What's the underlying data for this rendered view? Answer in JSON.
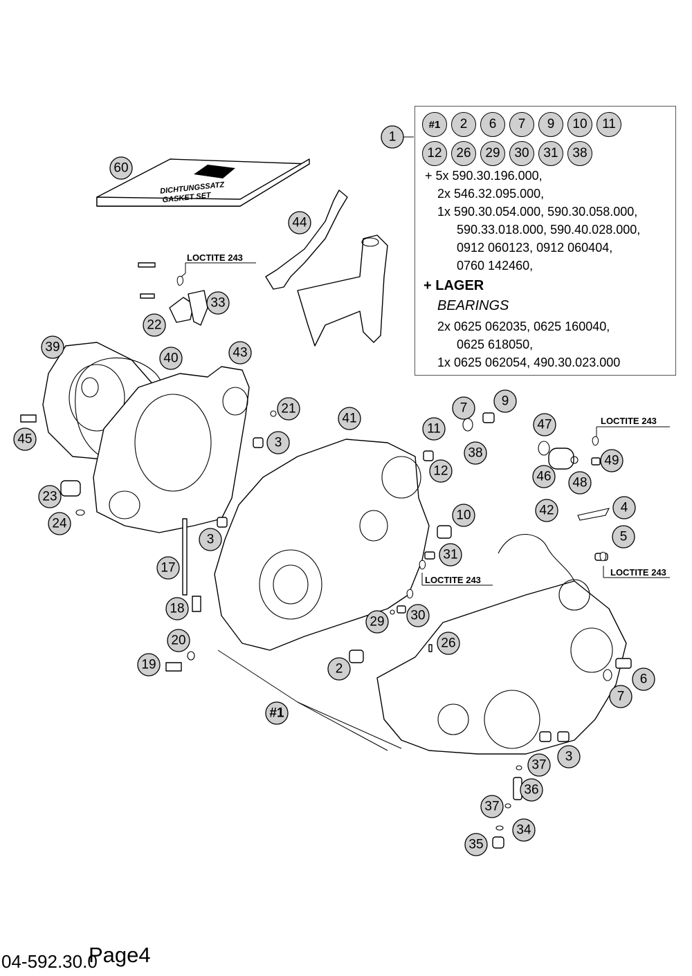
{
  "callouts": {
    "c1": "1",
    "c2": "2",
    "c3a": "3",
    "c3b": "3",
    "c3c": "3",
    "c4": "4",
    "c5": "5",
    "c6": "6",
    "c7a": "7",
    "c7b": "7",
    "c9": "9",
    "c10": "10",
    "c11": "11",
    "c12": "12",
    "c17": "17",
    "c18": "18",
    "c19": "19",
    "c20": "20",
    "c21": "21",
    "c22": "22",
    "c23": "23",
    "c24": "24",
    "c26": "26",
    "c29": "29",
    "c30": "30",
    "c31": "31",
    "c33": "33",
    "c34": "34",
    "c35": "35",
    "c36": "36",
    "c37a": "37",
    "c37b": "37",
    "c38": "38",
    "c39": "39",
    "c40": "40",
    "c41": "41",
    "c42": "42",
    "c43": "43",
    "c44": "44",
    "c45": "45",
    "c46": "46",
    "c47": "47",
    "c48": "48",
    "c49": "49",
    "c60": "60",
    "cH1": "#1"
  },
  "loctite": {
    "l1": "LOCTITE 243",
    "l2": "LOCTITE 243",
    "l3": "LOCTITE 243",
    "l4": "LOCTITE 243"
  },
  "gasket_set": {
    "line1": "DICHTUNGSSATZ",
    "line2": "GASKET SET"
  },
  "kit": {
    "row1": [
      "#1",
      "2",
      "6",
      "7",
      "9",
      "10",
      "11"
    ],
    "row2": [
      "12",
      "26",
      "29",
      "30",
      "31",
      "38"
    ],
    "ref": "1",
    "lines": [
      "+ 5x 590.30.196.000,",
      "2x 546.32.095.000,",
      "1x 590.30.054.000, 590.30.058.000,",
      "590.33.018.000, 590.40.028.000,",
      "0912 060123, 0912 060404,",
      "0760 142460,"
    ],
    "bearing_head": "+ LAGER",
    "bearing_sub": "BEARINGS",
    "bearing_lines": [
      "2x 0625 062035, 0625 160040,",
      "0625 618050,",
      "1x 0625 062054, 490.30.023.000"
    ]
  },
  "footer": {
    "code": "04-592.30.0",
    "page": "Page4"
  }
}
